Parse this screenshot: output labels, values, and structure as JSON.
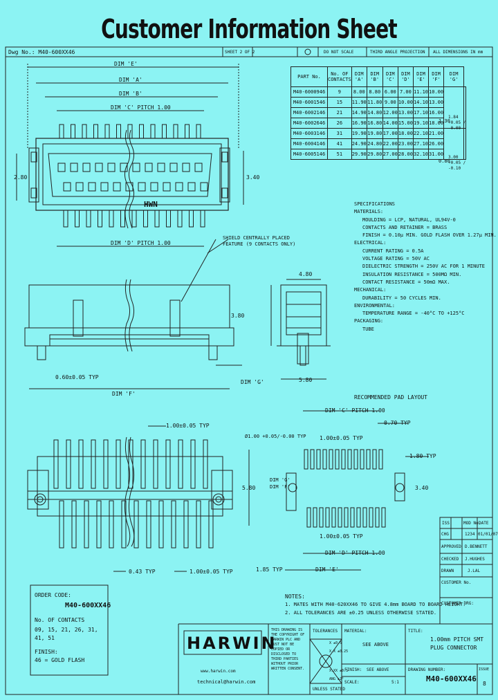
{
  "title": "Customer Information Sheet",
  "top_bar": {
    "drawing_no": "Dwg No.: M40-600XX46",
    "sheet": "SHEET 2 OF 2",
    "do_not_scale": "DO NOT SCALE",
    "projection": "THIRD ANGLE PROJECTION",
    "units": "ALL DIMENSIONS IN mm"
  },
  "parts_table": {
    "headers": [
      "PART No.",
      "No. OF CONTACTS",
      "DIM 'A'",
      "DIM 'B'",
      "DIM 'C'",
      "DIM 'D'",
      "DIM 'E'",
      "DIM 'F'",
      "DIM 'G'"
    ],
    "rows": [
      [
        "M40-6000946",
        "9",
        "8.00",
        "8.80",
        "6.00",
        "7.00",
        "11.10",
        "10.00"
      ],
      [
        "M40-6001546",
        "15",
        "11.90",
        "11.80",
        "9.00",
        "10.00",
        "14.10",
        "13.00"
      ],
      [
        "M40-6002146",
        "21",
        "14.90",
        "14.80",
        "12.00",
        "13.00",
        "17.10",
        "16.00"
      ],
      [
        "M40-6002646",
        "26",
        "16.90",
        "16.80",
        "14.00",
        "15.00",
        "19.10",
        "18.00"
      ],
      [
        "M40-6003146",
        "31",
        "19.90",
        "19.80",
        "17.00",
        "18.00",
        "22.10",
        "21.00"
      ],
      [
        "M40-6004146",
        "41",
        "24.90",
        "24.80",
        "22.00",
        "23.00",
        "27.10",
        "26.00"
      ],
      [
        "M40-6005146",
        "51",
        "29.90",
        "29.80",
        "27.00",
        "28.00",
        "32.10",
        "31.00"
      ]
    ],
    "dim_f_group1": "1.30",
    "dim_g_group1": "1.84 +0.05 / -0.00",
    "dim_f_group2": "0.80",
    "dim_g_group2": "3.00 +0.05 / -0.10"
  },
  "specifications": [
    "SPECIFICATIONS",
    "MATERIALS:",
    "MOULDING = LCP, NATURAL, UL94V-0",
    "CONTACTS AND RETAINER = BRASS",
    "FINISH = 0.10µ MIN. GOLD FLASH OVER 1.27µ MIN. NICKEL",
    "ELECTRICAL:",
    "CURRENT RATING = 0.5A",
    "VOLTAGE RATING = 50V AC",
    "DIELECTRIC STRENGTH = 250V AC FOR 1 MINUTE",
    "INSULATION RESISTANCE = 500MΩ MIN.",
    "CONTACT RESISTANCE = 50mΩ MAX.",
    "MECHANICAL:",
    "DURABILITY = 50 CYCLES MIN.",
    "ENVIRONMENTAL:",
    "TEMPERATURE RANGE = -40°C TO +125°C",
    "PACKAGING:",
    "TUBE"
  ],
  "dims": {
    "dim_e": "DIM 'E'",
    "dim_a": "DIM 'A'",
    "dim_b": "DIM 'B'",
    "dim_c_pitch": "DIM 'C' PITCH 1.00",
    "dim_d_pitch": "DIM 'D' PITCH 1.00",
    "dim_g": "DIM 'G'",
    "dim_f": "DIM 'F'",
    "h_280": "2.80",
    "h_340": "3.40",
    "h_380": "3.80",
    "w_480": "4.80",
    "w_580": "5.80",
    "pin_width": "0.60±0.05 TYP",
    "pitch_typ": "1.00±0.05 TYP",
    "h_043_typ": "0.43 TYP",
    "pitch_typ2": "1.00±0.05 TYP",
    "pad_pitch": "1.00±0.05 TYP",
    "pad_pitch2": "1.00±0.05 TYP",
    "pad_070": "0.70 TYP",
    "pad_180": "1.80 TYP",
    "pad_185": "1.85 TYP",
    "pad_580": "5.80",
    "pad_340": "3.40",
    "hole": "Ø1.00 +0.05/-0.00 TYP",
    "pad_layout_title": "RECOMMENDED PAD LAYOUT",
    "centrally_placed": "SHIELD CENTRALLY PLACED FEATURE (9 CONTACTS ONLY)",
    "hwn": "HWN"
  },
  "order_code": {
    "label": "ORDER CODE:",
    "code": "M40-600XX46",
    "contacts_label": "No. OF CONTACTS",
    "contacts_values": "09, 15, 21, 26, 31,",
    "contacts_values2": "41, 51",
    "finish_label": "FINISH:",
    "finish_value": "46 = GOLD FLASH"
  },
  "notes": {
    "label": "NOTES:",
    "n1": "1. MATES WITH M40-620XX46 TO GIVE 4.8mm BOARD TO BOARD HEIGHT.",
    "n2": "2. ALL TOLERANCES ARE ±0.25 UNLESS OTHERWISE STATED."
  },
  "rev_table": {
    "h1": "ISS",
    "h2": "MOD No.",
    "h3": "DATE",
    "r1c1": "CHG",
    "r1c2": "1234",
    "r1c3": "01/01/07",
    "approved": "APPROVED",
    "approved_val": "D.BENNETT",
    "checked": "CHECKED",
    "checked_val": "J.HUGHES",
    "drawn": "DRAWN",
    "drawn_val": "J.LAL",
    "customer": "CUSTOMER No.",
    "customer_drg": "CUSTOMER DRG:"
  },
  "title_block": {
    "brand": "HARWIN",
    "website": "www.harwin.com",
    "email": "technical@harwin.com",
    "copyright": "THIS DRAWING IS THE COPYRIGHT OF HARWIN PLC AND MUST NOT BE COPIED OR DISCLOSED TO THIRD PARTIES WITHOUT PRIOR WRITTEN CONSENT.",
    "tolerances": "TOLERANCES",
    "unless_stated": "UNLESS STATED",
    "tol1": "X ±0.5",
    "tol2": "X.X ±0.25",
    "tol3": "X.XX ±0.1",
    "tol4": "ANG ±2°",
    "material_label": "MATERIAL:",
    "material_value": "SEE ABOVE",
    "finish_label": "FINISH:",
    "finish_value": "SEE ABOVE",
    "scale_label": "SCALE:",
    "scale_value": "5:1",
    "drawing_title_label": "TITLE:",
    "drawing_title_1": "1.00mm PITCH SMT",
    "drawing_title_2": "PLUG CONNECTOR",
    "drawing_number_label": "DRAWING NUMBER:",
    "drawing_number": "M40-600XX46",
    "issue": "ISSUE",
    "issue_val": "8"
  },
  "colors": {
    "background": "#8cf3f3",
    "ink": "#111111"
  }
}
